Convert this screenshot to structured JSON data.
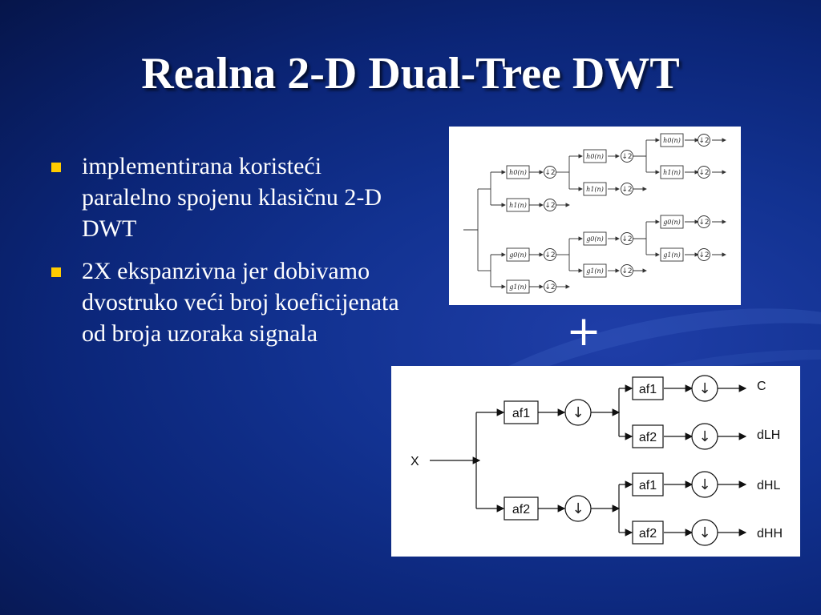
{
  "slide": {
    "title": "Realna 2-D Dual-Tree DWT",
    "bullets": [
      "implementirana koristeći paralelno spojenu klasičnu 2-D DWT",
      "2X ekspanzivna jer dobivamo dvostruko veći broj koeficijenata od broja uzoraka signala"
    ],
    "plus": "+"
  },
  "diagram_top": {
    "filters": [
      "h0(n)",
      "h1(n)",
      "g0(n)",
      "g1(n)"
    ],
    "downsample": "↓2"
  },
  "diagram_bottom": {
    "input": "X",
    "stage1": [
      "af1",
      "af2"
    ],
    "stage2": [
      "af1",
      "af2",
      "af1",
      "af2"
    ],
    "downsample": "↓",
    "outputs": [
      "C",
      "dLH",
      "dHL",
      "dHH"
    ]
  },
  "colors": {
    "bullet": "#ffcc00",
    "background": "#0b2577",
    "text": "#ffffff"
  }
}
